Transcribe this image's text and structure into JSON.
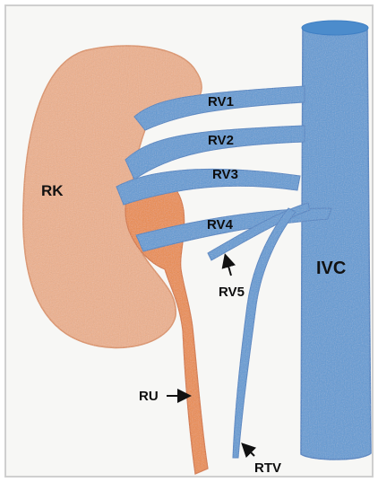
{
  "figure": {
    "labels": {
      "rk": "RK",
      "ivc": "IVC",
      "rv1": "RV1",
      "rv2": "RV2",
      "rv3": "RV3",
      "rv4": "RV4",
      "rv5": "RV5",
      "ru": "RU",
      "rtv": "RTV"
    },
    "colors": {
      "kidney": "#f0b08a",
      "kidney_edge": "#e0905e",
      "vein": "#5b9ad6",
      "vein_edge": "#3f7fc4",
      "ureter": "#ee8a44",
      "ureter_edge": "#d8702c",
      "paper": "#f7f7f5",
      "frame": "#cfcfcf"
    }
  }
}
